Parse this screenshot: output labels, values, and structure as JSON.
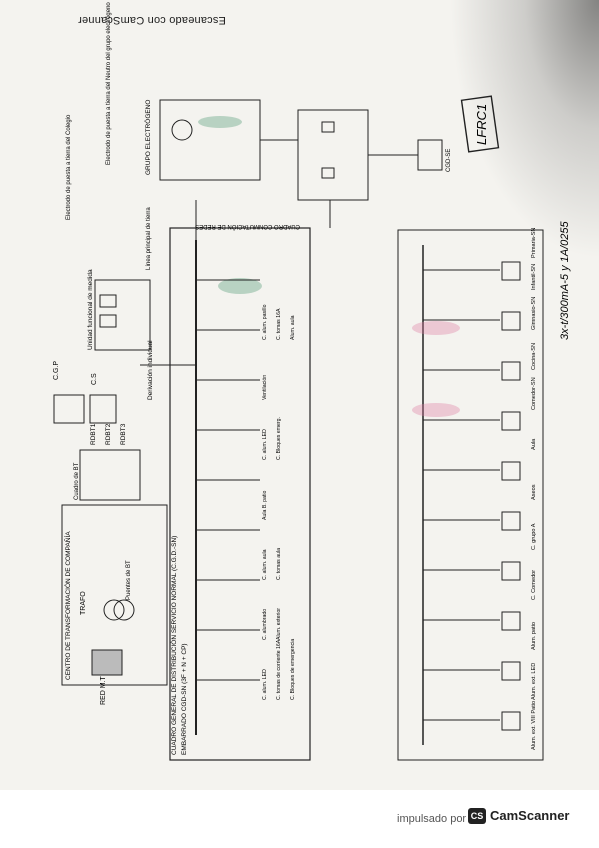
{
  "header": {
    "scan_note": "Escaneado con CamScanner"
  },
  "footer": {
    "by": "impulsado por",
    "badge": "CS",
    "brand": "CamScanner"
  },
  "handwritten": {
    "box": "LFRC1",
    "note": "3x-t/300mA-5 y 1A/0255"
  },
  "labels": {
    "red_mt": "RED M.T",
    "trafo": "TRAFO",
    "ctc_title": "CENTRO DE TRANSFORMACIÓN DE COMPAÑÍA",
    "cuadro_bt": "Cuadro de BT",
    "puentes": "Puentes de BT",
    "rdbt1": "RDBT1",
    "rdbt2": "RDBT2",
    "rdbt3": "RDBT3",
    "cgp": "C.G.P",
    "cs": "C.S",
    "derivacion": "Derivación individual",
    "unidad": "Unidad funcional de medida",
    "linea_tierra": "Línea principal de tierra",
    "electrodo_colegio": "Electrodo de puesta a tierra del Colegio",
    "electrodo_grupo": "Electrodo de puesta a tierra del Neutro del grupo electrógeno",
    "grupo": "GRUPO ELECTRÓGENO",
    "conmutacion": "CUADRO CONMUTACIÓN DE REDES",
    "cuadro_general": "CUADRO GENERAL DE DISTRIBUCIÓN SERVICIO NORMAL (C.G.D.-SN)",
    "embarrado": "EMBARRADO CGD-SN (3F + N + CP)",
    "cgd_se": "CGD-SE",
    "lfrc1_label": "LFRC1"
  },
  "feeders": [
    "C. alum. LED",
    "C. tomas de corriente 16A",
    "C. Bloques de emergencia",
    "C. alumbrado",
    "Alum. exterior",
    "C. alum. aula",
    "C. tomas aula",
    "Aula B. patio",
    "C. alum. LED",
    "C. Bloques emerg.",
    "Ventilación",
    "C. alum. pasillo",
    "C. tomas 16A",
    "Alum. aula"
  ],
  "subboards": [
    "Alum. ext. VIII Patio",
    "Alum. ext. LED",
    "Alum. patio",
    "C. Comedor",
    "C. grupo A",
    "Aseos",
    "Aula",
    "Comedor-SN",
    "Cocina-SN",
    "Gimnasio-SN",
    "Infantil-SN",
    "Primaria-SN"
  ]
}
